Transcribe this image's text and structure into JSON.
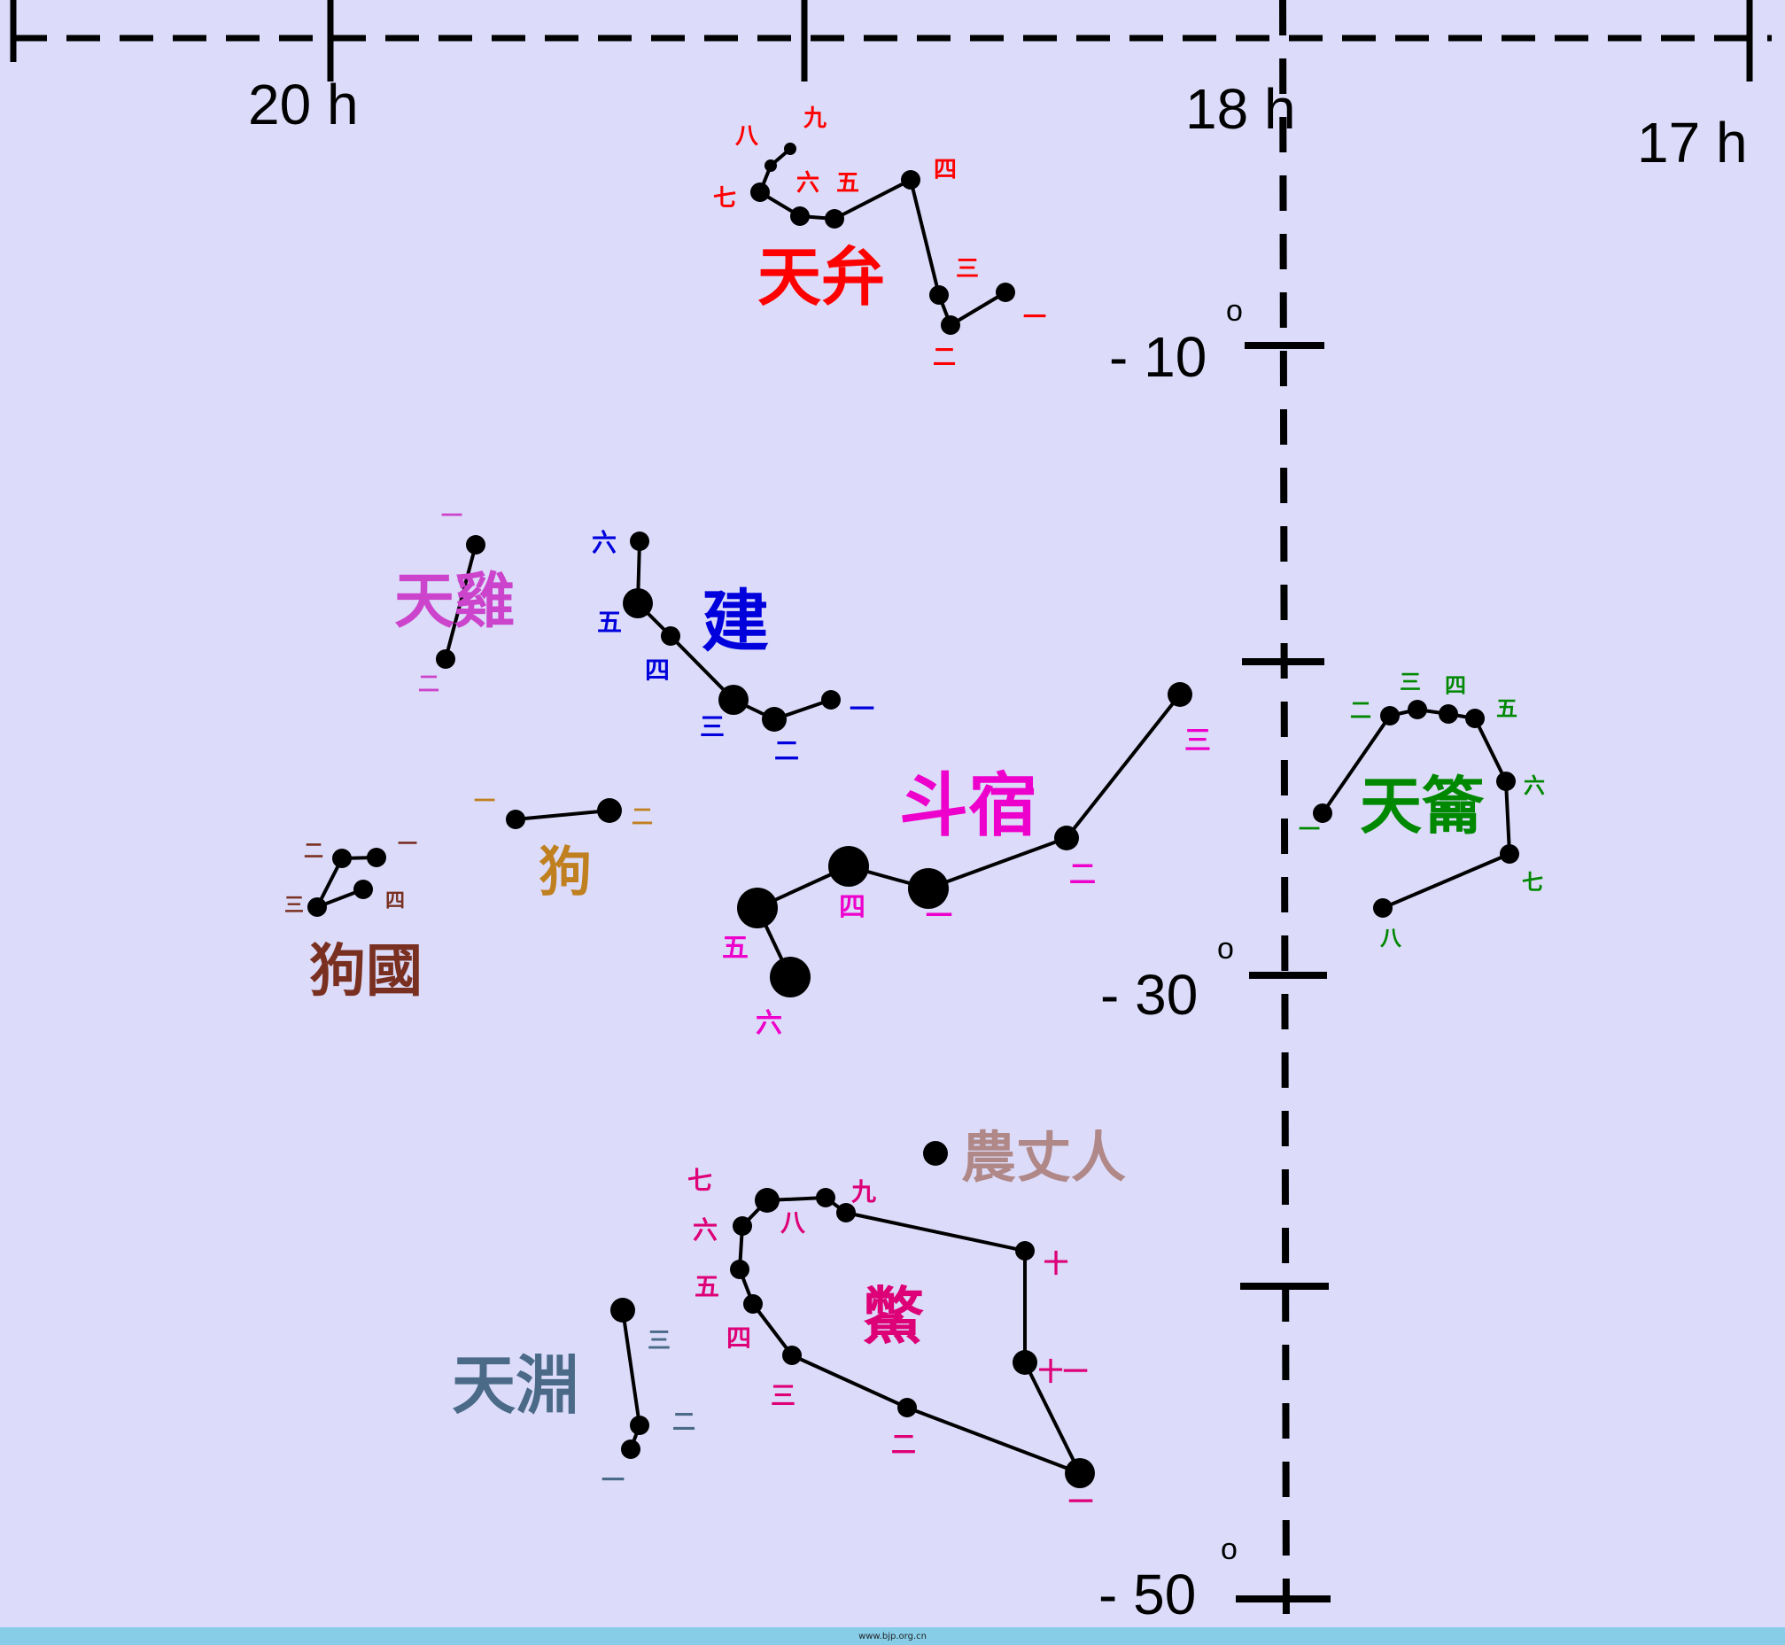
{
  "axes": {
    "ra_labels": [
      "20 h",
      "18 h",
      "17 h"
    ],
    "dec_labels": [
      "- 10",
      "- 30",
      "- 50"
    ],
    "degree_mark": "o"
  },
  "constellations": [
    {
      "id": "tianbian",
      "name": "天弁",
      "color": "#ff0000",
      "stars": [
        {
          "label": "一",
          "size": "small"
        },
        {
          "label": "二",
          "size": "small"
        },
        {
          "label": "三",
          "size": "small"
        },
        {
          "label": "四",
          "size": "small"
        },
        {
          "label": "五",
          "size": "small"
        },
        {
          "label": "六",
          "size": "small"
        },
        {
          "label": "七",
          "size": "small"
        },
        {
          "label": "八",
          "size": "tiny"
        },
        {
          "label": "九",
          "size": "tiny"
        }
      ]
    },
    {
      "id": "tianji",
      "name": "天雞",
      "color": "#cc44cc",
      "stars": [
        {
          "label": "一",
          "size": "small"
        },
        {
          "label": "二",
          "size": "small"
        }
      ]
    },
    {
      "id": "jian",
      "name": "建",
      "color": "#0000dd",
      "stars": [
        {
          "label": "一",
          "size": "small"
        },
        {
          "label": "二",
          "size": "medium"
        },
        {
          "label": "三",
          "size": "large"
        },
        {
          "label": "四",
          "size": "small"
        },
        {
          "label": "五",
          "size": "large"
        },
        {
          "label": "六",
          "size": "small"
        }
      ]
    },
    {
      "id": "gou",
      "name": "狗",
      "color": "#c08020",
      "stars": [
        {
          "label": "一",
          "size": "small"
        },
        {
          "label": "二",
          "size": "medium"
        }
      ]
    },
    {
      "id": "gouguo",
      "name": "狗國",
      "color": "#7a3020",
      "stars": [
        {
          "label": "一",
          "size": "small"
        },
        {
          "label": "二",
          "size": "small"
        },
        {
          "label": "三",
          "size": "small"
        },
        {
          "label": "四",
          "size": "small"
        }
      ]
    },
    {
      "id": "douxiu",
      "name": "斗宿",
      "color": "#ee00cc",
      "stars": [
        {
          "label": "一",
          "size": "xlarge"
        },
        {
          "label": "二",
          "size": "medium"
        },
        {
          "label": "三",
          "size": "medium"
        },
        {
          "label": "四",
          "size": "xlarge"
        },
        {
          "label": "五",
          "size": "xlarge"
        },
        {
          "label": "六",
          "size": "xlarge"
        }
      ]
    },
    {
      "id": "tianyue",
      "name": "天籥",
      "color": "#008800",
      "stars": [
        {
          "label": "一",
          "size": "small"
        },
        {
          "label": "二",
          "size": "small"
        },
        {
          "label": "三",
          "size": "small"
        },
        {
          "label": "四",
          "size": "small"
        },
        {
          "label": "五",
          "size": "small"
        },
        {
          "label": "六",
          "size": "small"
        },
        {
          "label": "七",
          "size": "small"
        },
        {
          "label": "八",
          "size": "small"
        }
      ]
    },
    {
      "id": "nongzhangren",
      "name": "農丈人",
      "color": "#b08888",
      "stars": [
        {
          "label": "",
          "size": "medium"
        }
      ]
    },
    {
      "id": "bie",
      "name": "鱉",
      "color": "#dd0077",
      "stars": [
        {
          "label": "一",
          "size": "large"
        },
        {
          "label": "二",
          "size": "small"
        },
        {
          "label": "三",
          "size": "small"
        },
        {
          "label": "四",
          "size": "small"
        },
        {
          "label": "五",
          "size": "small"
        },
        {
          "label": "六",
          "size": "small"
        },
        {
          "label": "七",
          "size": "medium"
        },
        {
          "label": "八",
          "size": "small"
        },
        {
          "label": "九",
          "size": "small"
        },
        {
          "label": "十",
          "size": "small"
        },
        {
          "label": "十一",
          "size": "medium"
        }
      ]
    },
    {
      "id": "tianyuan",
      "name": "天淵",
      "color": "#4a6a88",
      "stars": [
        {
          "label": "一",
          "size": "small"
        },
        {
          "label": "二",
          "size": "small"
        },
        {
          "label": "三",
          "size": "medium"
        }
      ]
    }
  ],
  "footer": "www.bjp.org.cn"
}
